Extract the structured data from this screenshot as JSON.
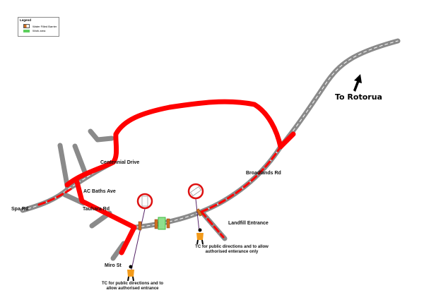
{
  "legend": {
    "title": "Legend",
    "items": [
      {
        "label": "Water Filled Barrier",
        "icon": "barrier-swatch"
      },
      {
        "label": "Work area",
        "icon": "work-area-swatch"
      }
    ]
  },
  "colors": {
    "road": "#8a8a8a",
    "detour": "#ff0000",
    "barrier": "#d07020",
    "work_area": "#5ccf5c",
    "sign_ring": "#dd1111"
  },
  "destination": {
    "label": "To Rotorua",
    "icon": "arrow-up-right-icon"
  },
  "roads": {
    "centennial": "Centennial Drive",
    "ac_baths": "AC Baths Ave",
    "spa": "Spa Rd",
    "tauhara": "Tauhara Rd",
    "miro": "Miro St",
    "broadlands": "Broadlands Rd",
    "landfill": "Landfill Entrance"
  },
  "notes": {
    "tc_west": "TC for public directions and to allow authorised entrance",
    "tc_east": "TC for public directions and to allow authorised enterance only"
  }
}
